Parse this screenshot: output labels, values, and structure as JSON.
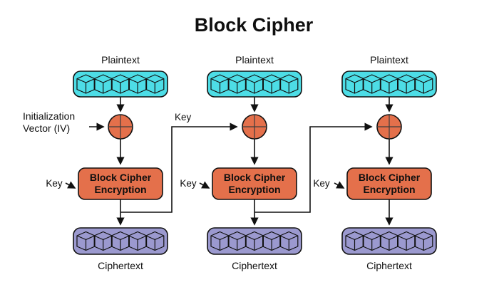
{
  "title": "Block Cipher",
  "iv_label": {
    "line1": "Initialization",
    "line2": "Vector (IV)"
  },
  "chain_key_label": "Key",
  "colors": {
    "plaintext_block": "#4DDDE6",
    "ciphertext_block": "#9B99CF",
    "encryption_box": "#E4704B",
    "xor_node": "#E4704B"
  },
  "columns": [
    {
      "plaintext_label": "Plaintext",
      "key_label": "Key",
      "encryption_label_line1": "Block Cipher",
      "encryption_label_line2": "Encryption",
      "ciphertext_label": "Ciphertext"
    },
    {
      "plaintext_label": "Plaintext",
      "key_label": "Key",
      "encryption_label_line1": "Block Cipher",
      "encryption_label_line2": "Encryption",
      "ciphertext_label": "Ciphertext"
    },
    {
      "plaintext_label": "Plaintext",
      "key_label": "Key",
      "encryption_label_line1": "Block Cipher",
      "encryption_label_line2": "Encryption",
      "ciphertext_label": "Ciphertext"
    }
  ]
}
